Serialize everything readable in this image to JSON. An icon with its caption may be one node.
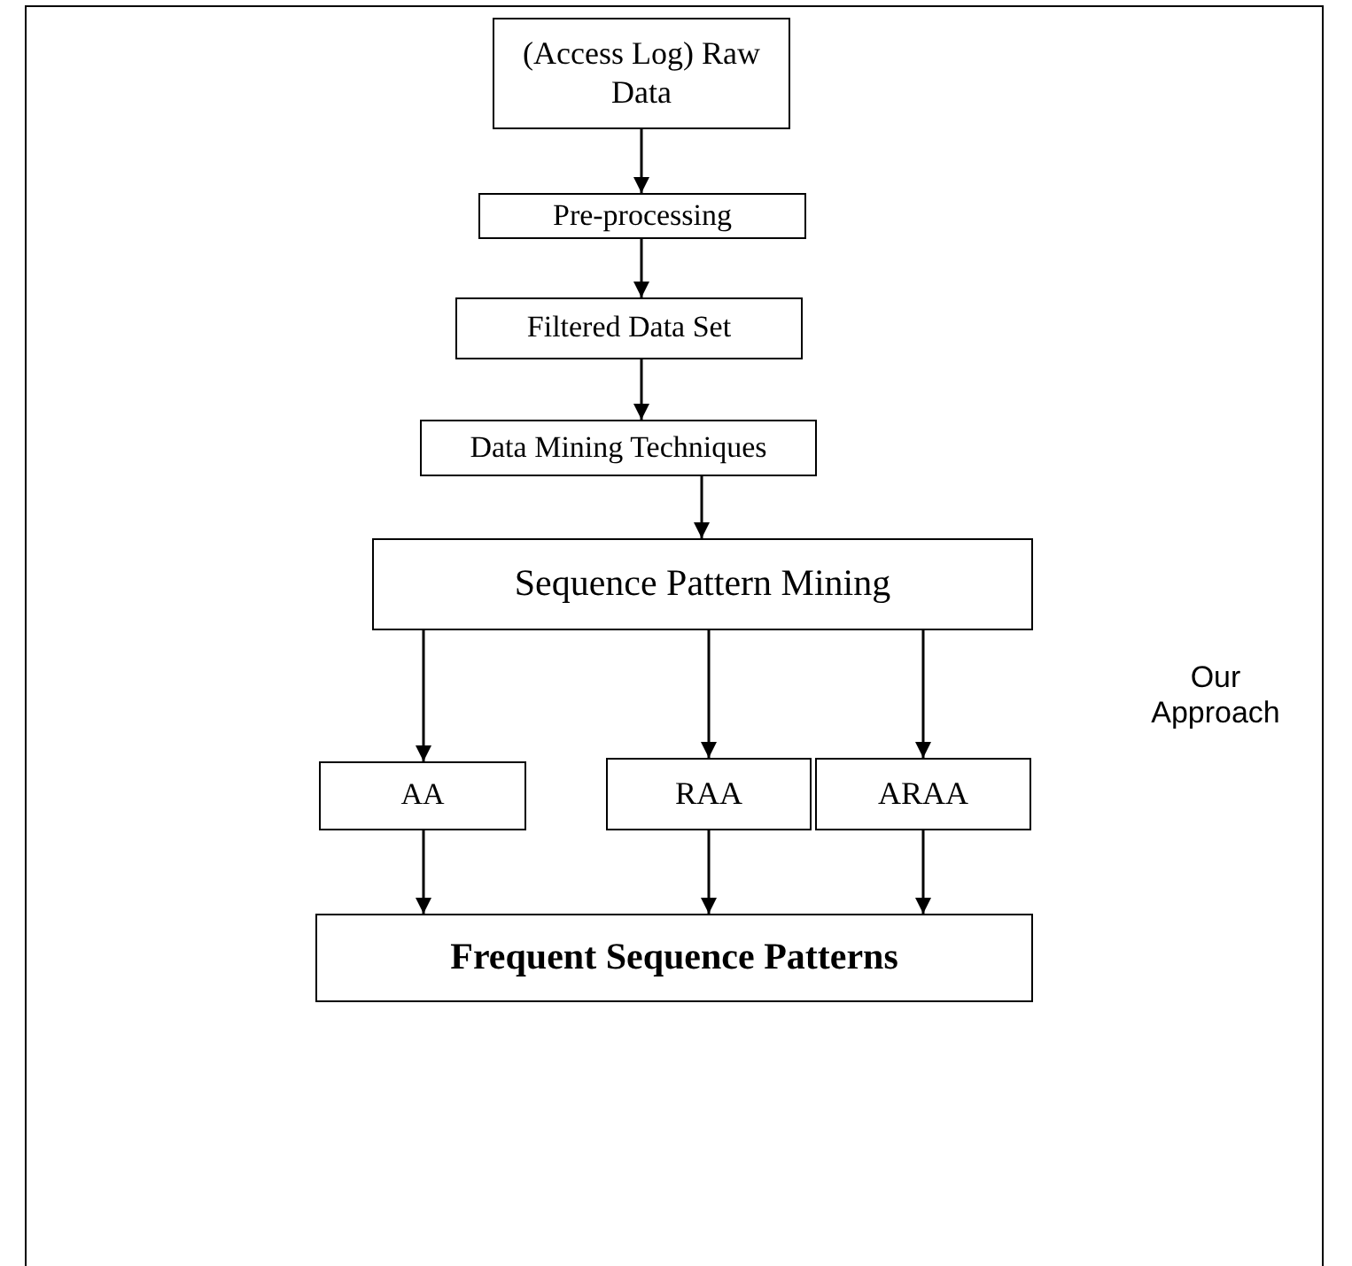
{
  "diagram": {
    "nodes": [
      {
        "text": [
          "(Access Log) Raw Data"
        ]
      },
      {
        "text": [
          "Pre-processing"
        ]
      },
      {
        "text": [
          "Filtered Data Set"
        ]
      },
      {
        "text": [
          "Data Mining Techniques"
        ]
      },
      {
        "text": [
          "Sequence Pattern Mining"
        ]
      },
      {
        "text": [
          "AA"
        ]
      },
      {
        "text": [
          "RAA"
        ]
      },
      {
        "text": [
          "ARAA"
        ]
      },
      {
        "text": [
          "Frequent Sequence Patterns"
        ]
      }
    ],
    "edges": [
      {
        "from": 0,
        "to": 1,
        "arrow": "to"
      },
      {
        "from": 1,
        "to": 2,
        "arrow": "to"
      },
      {
        "from": 2,
        "to": 3,
        "arrow": "to"
      },
      {
        "from": 3,
        "to": 4,
        "arrow": "to"
      },
      {
        "from": 4,
        "to": 5,
        "arrow": "to"
      },
      {
        "from": 4,
        "to": 6,
        "arrow": "to"
      },
      {
        "from": 4,
        "to": 7,
        "arrow": "to"
      },
      {
        "from": 5,
        "to": 8,
        "arrow": "to"
      },
      {
        "from": 6,
        "to": 8,
        "arrow": "to"
      },
      {
        "from": 7,
        "to": 8,
        "arrow": "to"
      }
    ],
    "labels": [
      "Our Approach"
    ]
  }
}
